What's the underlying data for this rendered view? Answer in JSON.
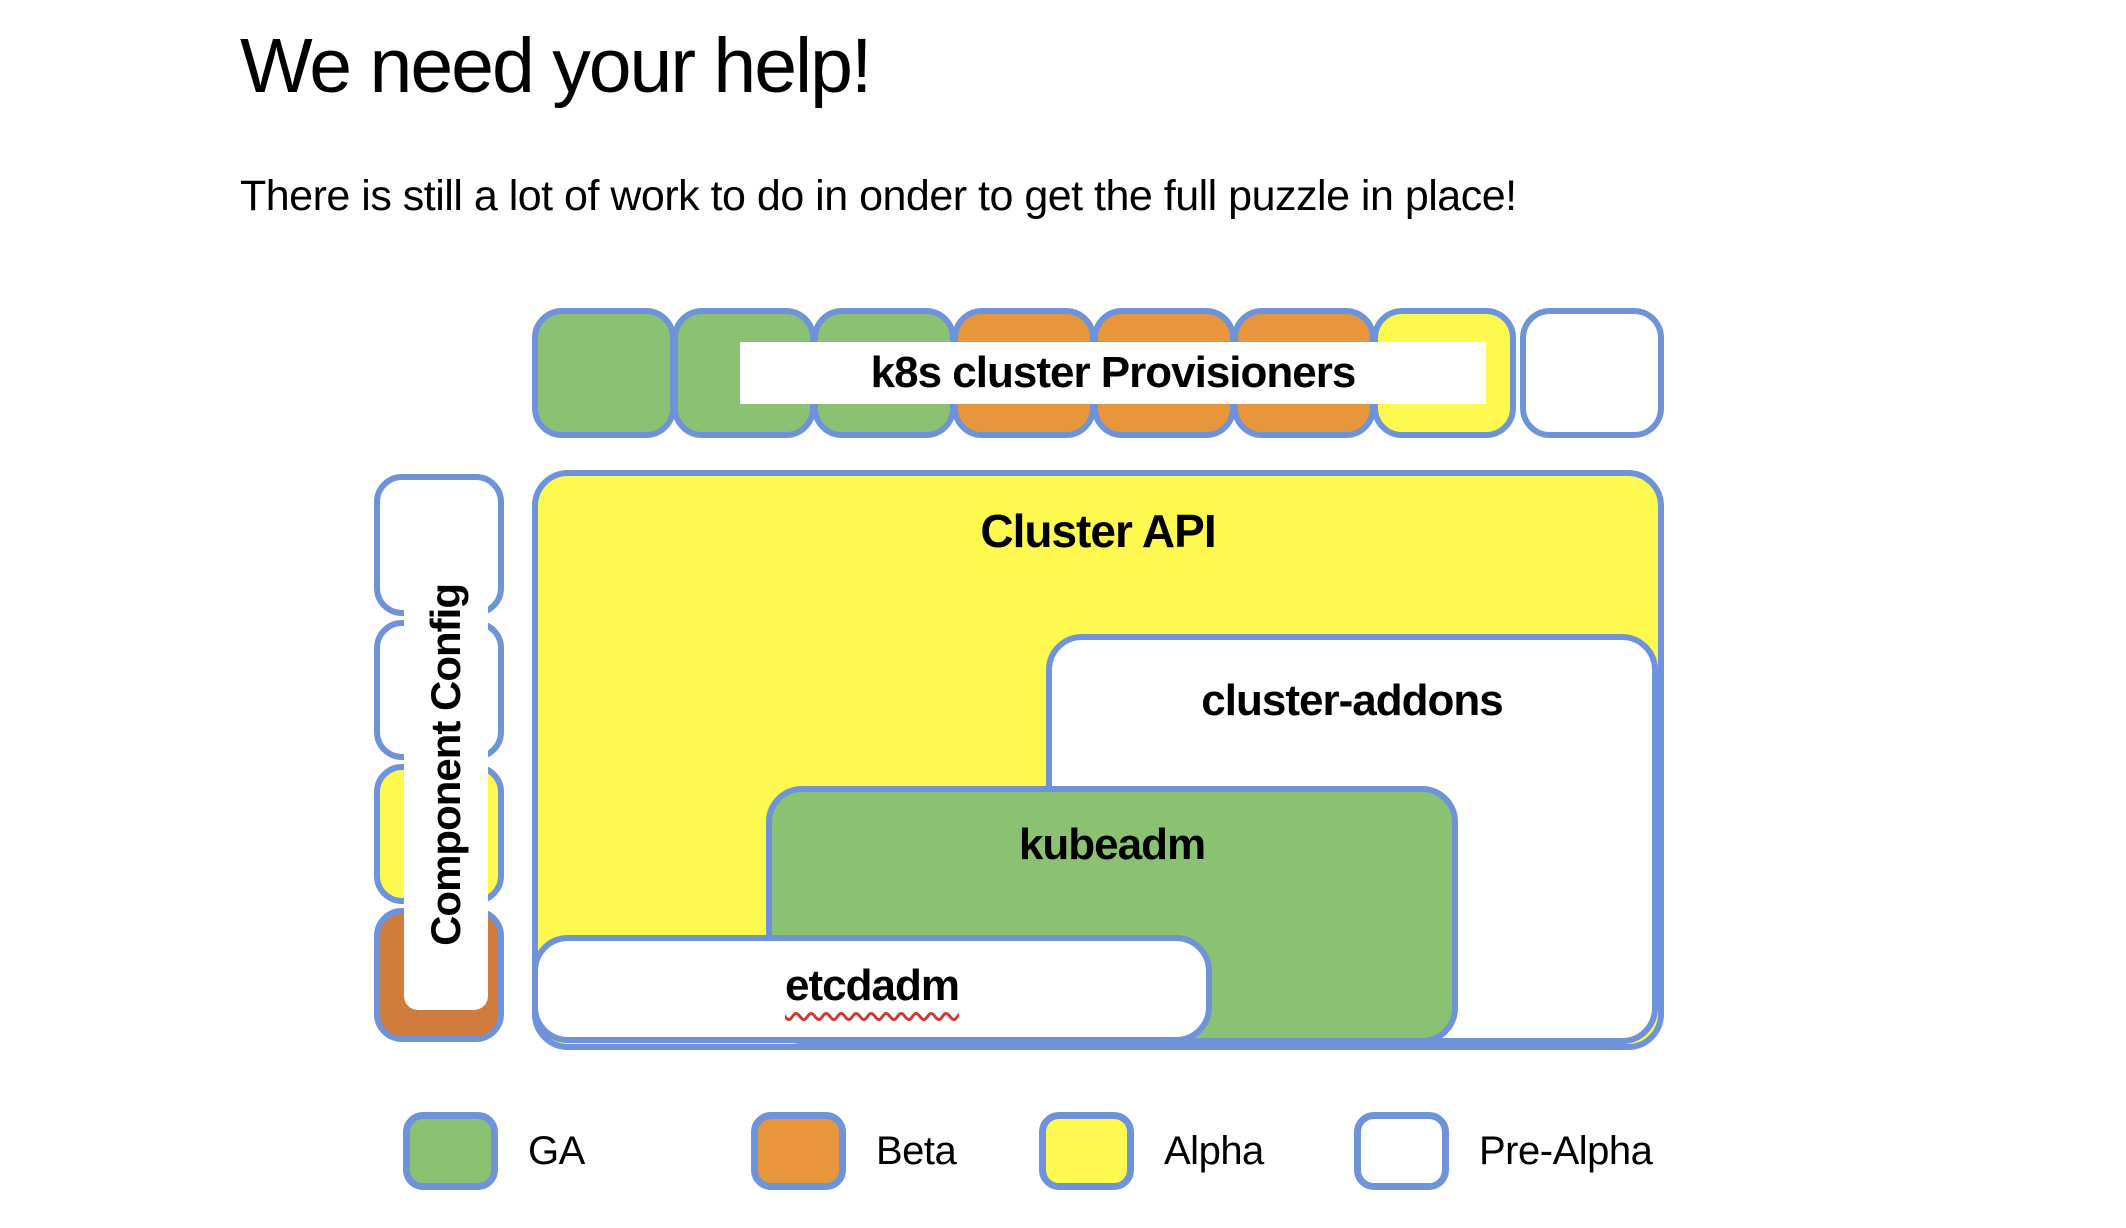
{
  "slide": {
    "title": "We need your help!",
    "subtitle": "There is still a lot of work to do in onder to get the full puzzle in place!"
  },
  "colors": {
    "ga_green": "#8bc172",
    "beta_orange": "#e8963b",
    "beta_orange_dark": "#d07c3c",
    "alpha_yellow": "#fdf94f",
    "pre_alpha_white": "#ffffff",
    "border_blue": "#6e93db",
    "spellcheck_red": "#cc3b2f",
    "text_black": "#000000"
  },
  "provisioner_row": {
    "label": "k8s cluster Provisioners",
    "pieces": [
      {
        "status": "GA",
        "color": "#8bc172"
      },
      {
        "status": "GA",
        "color": "#8bc172"
      },
      {
        "status": "GA",
        "color": "#8bc172"
      },
      {
        "status": "Beta",
        "color": "#e8963b"
      },
      {
        "status": "Beta",
        "color": "#e8963b"
      },
      {
        "status": "Beta",
        "color": "#e8963b"
      },
      {
        "status": "Alpha",
        "color": "#fdf94f"
      },
      {
        "status": "Pre-Alpha",
        "color": "#ffffff"
      }
    ]
  },
  "component_config": {
    "label": "Component Config",
    "pieces": [
      {
        "status": "Pre-Alpha",
        "color": "#ffffff"
      },
      {
        "status": "Pre-Alpha",
        "color": "#ffffff"
      },
      {
        "status": "Alpha",
        "color": "#fdf94f"
      },
      {
        "status": "Beta",
        "color": "#d07c3c"
      }
    ]
  },
  "boxes": {
    "cluster_api": {
      "label": "Cluster API",
      "status": "Alpha",
      "color": "#fdf94f"
    },
    "cluster_addons": {
      "label": "cluster-addons",
      "status": "Pre-Alpha",
      "color": "#ffffff"
    },
    "kubeadm": {
      "label": "kubeadm",
      "status": "GA",
      "color": "#8bc172"
    },
    "etcdadm": {
      "label": "etcdadm",
      "status": "Pre-Alpha",
      "color": "#ffffff"
    }
  },
  "legend": {
    "items": [
      {
        "label": "GA",
        "color": "#8bc172"
      },
      {
        "label": "Beta",
        "color": "#e8963b"
      },
      {
        "label": "Alpha",
        "color": "#fdf94f"
      },
      {
        "label": "Pre-Alpha",
        "color": "#ffffff"
      }
    ]
  }
}
